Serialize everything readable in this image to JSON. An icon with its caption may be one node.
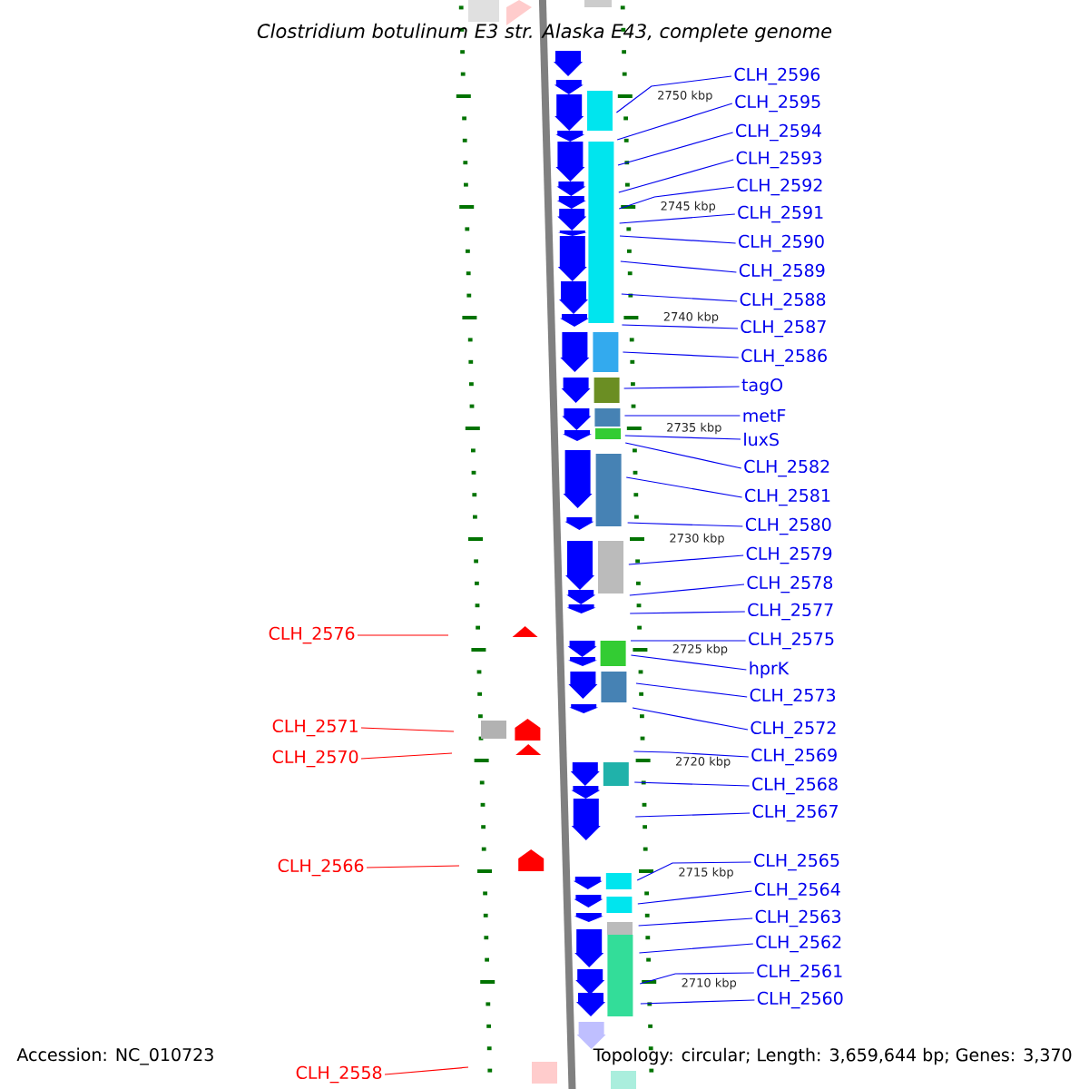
{
  "diagram": {
    "title": "Clostridium botulinum E3 str. Alaska E43, complete genome",
    "nodes": [
      {
        "text": [
          "CLH_2596"
        ]
      },
      {
        "text": [
          "CLH_2595"
        ]
      },
      {
        "text": [
          "CLH_2594"
        ]
      },
      {
        "text": [
          "CLH_2593"
        ]
      },
      {
        "text": [
          "CLH_2592"
        ]
      },
      {
        "text": [
          "CLH_2591"
        ]
      },
      {
        "text": [
          "CLH_2590"
        ]
      },
      {
        "text": [
          "CLH_2589"
        ]
      },
      {
        "text": [
          "CLH_2588"
        ]
      },
      {
        "text": [
          "CLH_2587"
        ]
      },
      {
        "text": [
          "CLH_2586"
        ]
      },
      {
        "text": [
          "tagO"
        ]
      },
      {
        "text": [
          "metF"
        ]
      },
      {
        "text": [
          "luxS"
        ]
      },
      {
        "text": [
          "CLH_2582"
        ]
      },
      {
        "text": [
          "CLH_2581"
        ]
      },
      {
        "text": [
          "CLH_2580"
        ]
      },
      {
        "text": [
          "CLH_2579"
        ]
      },
      {
        "text": [
          "CLH_2578"
        ]
      },
      {
        "text": [
          "CLH_2577"
        ]
      },
      {
        "text": [
          "CLH_2576"
        ]
      },
      {
        "text": [
          "CLH_2575"
        ]
      },
      {
        "text": [
          "hprK"
        ]
      },
      {
        "text": [
          "CLH_2573"
        ]
      },
      {
        "text": [
          "CLH_2571"
        ]
      },
      {
        "text": [
          "CLH_2572"
        ]
      },
      {
        "text": [
          "CLH_2569"
        ]
      },
      {
        "text": [
          "CLH_2570"
        ]
      },
      {
        "text": [
          "CLH_2568"
        ]
      },
      {
        "text": [
          "CLH_2567"
        ]
      },
      {
        "text": [
          "CLH_2565"
        ]
      },
      {
        "text": [
          "CLH_2566"
        ]
      },
      {
        "text": [
          "CLH_2564"
        ]
      },
      {
        "text": [
          "CLH_2563"
        ]
      },
      {
        "text": [
          "CLH_2562"
        ]
      },
      {
        "text": [
          "CLH_2561"
        ]
      },
      {
        "text": [
          "CLH_2560"
        ]
      },
      {
        "text": [
          "CLH_2558"
        ]
      }
    ],
    "edges": [
      {
        "from": 0,
        "to": null,
        "arrow": "none"
      },
      {
        "from": 1,
        "to": null,
        "arrow": "none"
      },
      {
        "from": 2,
        "to": null,
        "arrow": "none"
      },
      {
        "from": 3,
        "to": null,
        "arrow": "none"
      },
      {
        "from": 4,
        "to": null,
        "arrow": "none"
      },
      {
        "from": 5,
        "to": null,
        "arrow": "none"
      },
      {
        "from": 6,
        "to": null,
        "arrow": "none"
      },
      {
        "from": 7,
        "to": null,
        "arrow": "none"
      },
      {
        "from": 8,
        "to": null,
        "arrow": "none"
      },
      {
        "from": 9,
        "to": null,
        "arrow": "none"
      },
      {
        "from": 10,
        "to": null,
        "arrow": "none"
      },
      {
        "from": 11,
        "to": null,
        "arrow": "none"
      },
      {
        "from": 12,
        "to": null,
        "arrow": "none"
      },
      {
        "from": 13,
        "to": null,
        "arrow": "none"
      },
      {
        "from": 14,
        "to": null,
        "arrow": "none"
      },
      {
        "from": 15,
        "to": null,
        "arrow": "none"
      },
      {
        "from": 16,
        "to": null,
        "arrow": "none"
      },
      {
        "from": 17,
        "to": null,
        "arrow": "none"
      },
      {
        "from": 18,
        "to": null,
        "arrow": "none"
      },
      {
        "from": 19,
        "to": null,
        "arrow": "none"
      },
      {
        "from": 20,
        "to": null,
        "arrow": "none",
        "color": "#ff0000"
      },
      {
        "from": 21,
        "to": null,
        "arrow": "none"
      },
      {
        "from": 22,
        "to": null,
        "arrow": "none"
      },
      {
        "from": 23,
        "to": null,
        "arrow": "none"
      },
      {
        "from": 24,
        "to": null,
        "arrow": "none",
        "color": "#ff0000"
      },
      {
        "from": 25,
        "to": null,
        "arrow": "none"
      },
      {
        "from": 26,
        "to": null,
        "arrow": "none"
      },
      {
        "from": 27,
        "to": null,
        "arrow": "none",
        "color": "#ff0000"
      },
      {
        "from": 28,
        "to": null,
        "arrow": "none"
      },
      {
        "from": 29,
        "to": null,
        "arrow": "none"
      },
      {
        "from": 30,
        "to": null,
        "arrow": "none"
      },
      {
        "from": 31,
        "to": null,
        "arrow": "none",
        "color": "#ff0000"
      },
      {
        "from": 32,
        "to": null,
        "arrow": "none"
      },
      {
        "from": 33,
        "to": null,
        "arrow": "none"
      },
      {
        "from": 34,
        "to": null,
        "arrow": "none"
      },
      {
        "from": 35,
        "to": null,
        "arrow": "none"
      },
      {
        "from": 36,
        "to": null,
        "arrow": "none"
      },
      {
        "from": 37,
        "to": null,
        "arrow": "none",
        "color": "#ff0000"
      }
    ],
    "labels": [
      "2750 kbp",
      "2745 kbp",
      "2740 kbp",
      "2735 kbp",
      "2730 kbp",
      "2725 kbp",
      "2720 kbp",
      "2715 kbp",
      "2710 kbp",
      "Accession: NC_010723",
      "Topology: circular; Length: 3,659,644 bp; Genes: 3,370"
    ]
  }
}
